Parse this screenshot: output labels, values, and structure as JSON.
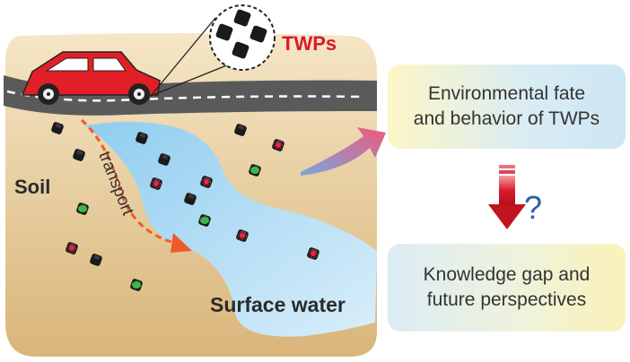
{
  "labels": {
    "twps": "TWPs",
    "soil": "Soil",
    "transport": "transport",
    "surface_water": "Surface water",
    "question": "?"
  },
  "boxes": {
    "fate": [
      "Environmental fate",
      "and behavior of TWPs"
    ],
    "gap": [
      "Knowledge gap and",
      "future perspectives"
    ]
  },
  "colors": {
    "soil": "#e3c68f",
    "water": "#a9d8f2",
    "road": "#5a5a5a",
    "car": "#e21f26",
    "accent_red": "#d7192b",
    "transport_arrow": "#f05a28"
  }
}
